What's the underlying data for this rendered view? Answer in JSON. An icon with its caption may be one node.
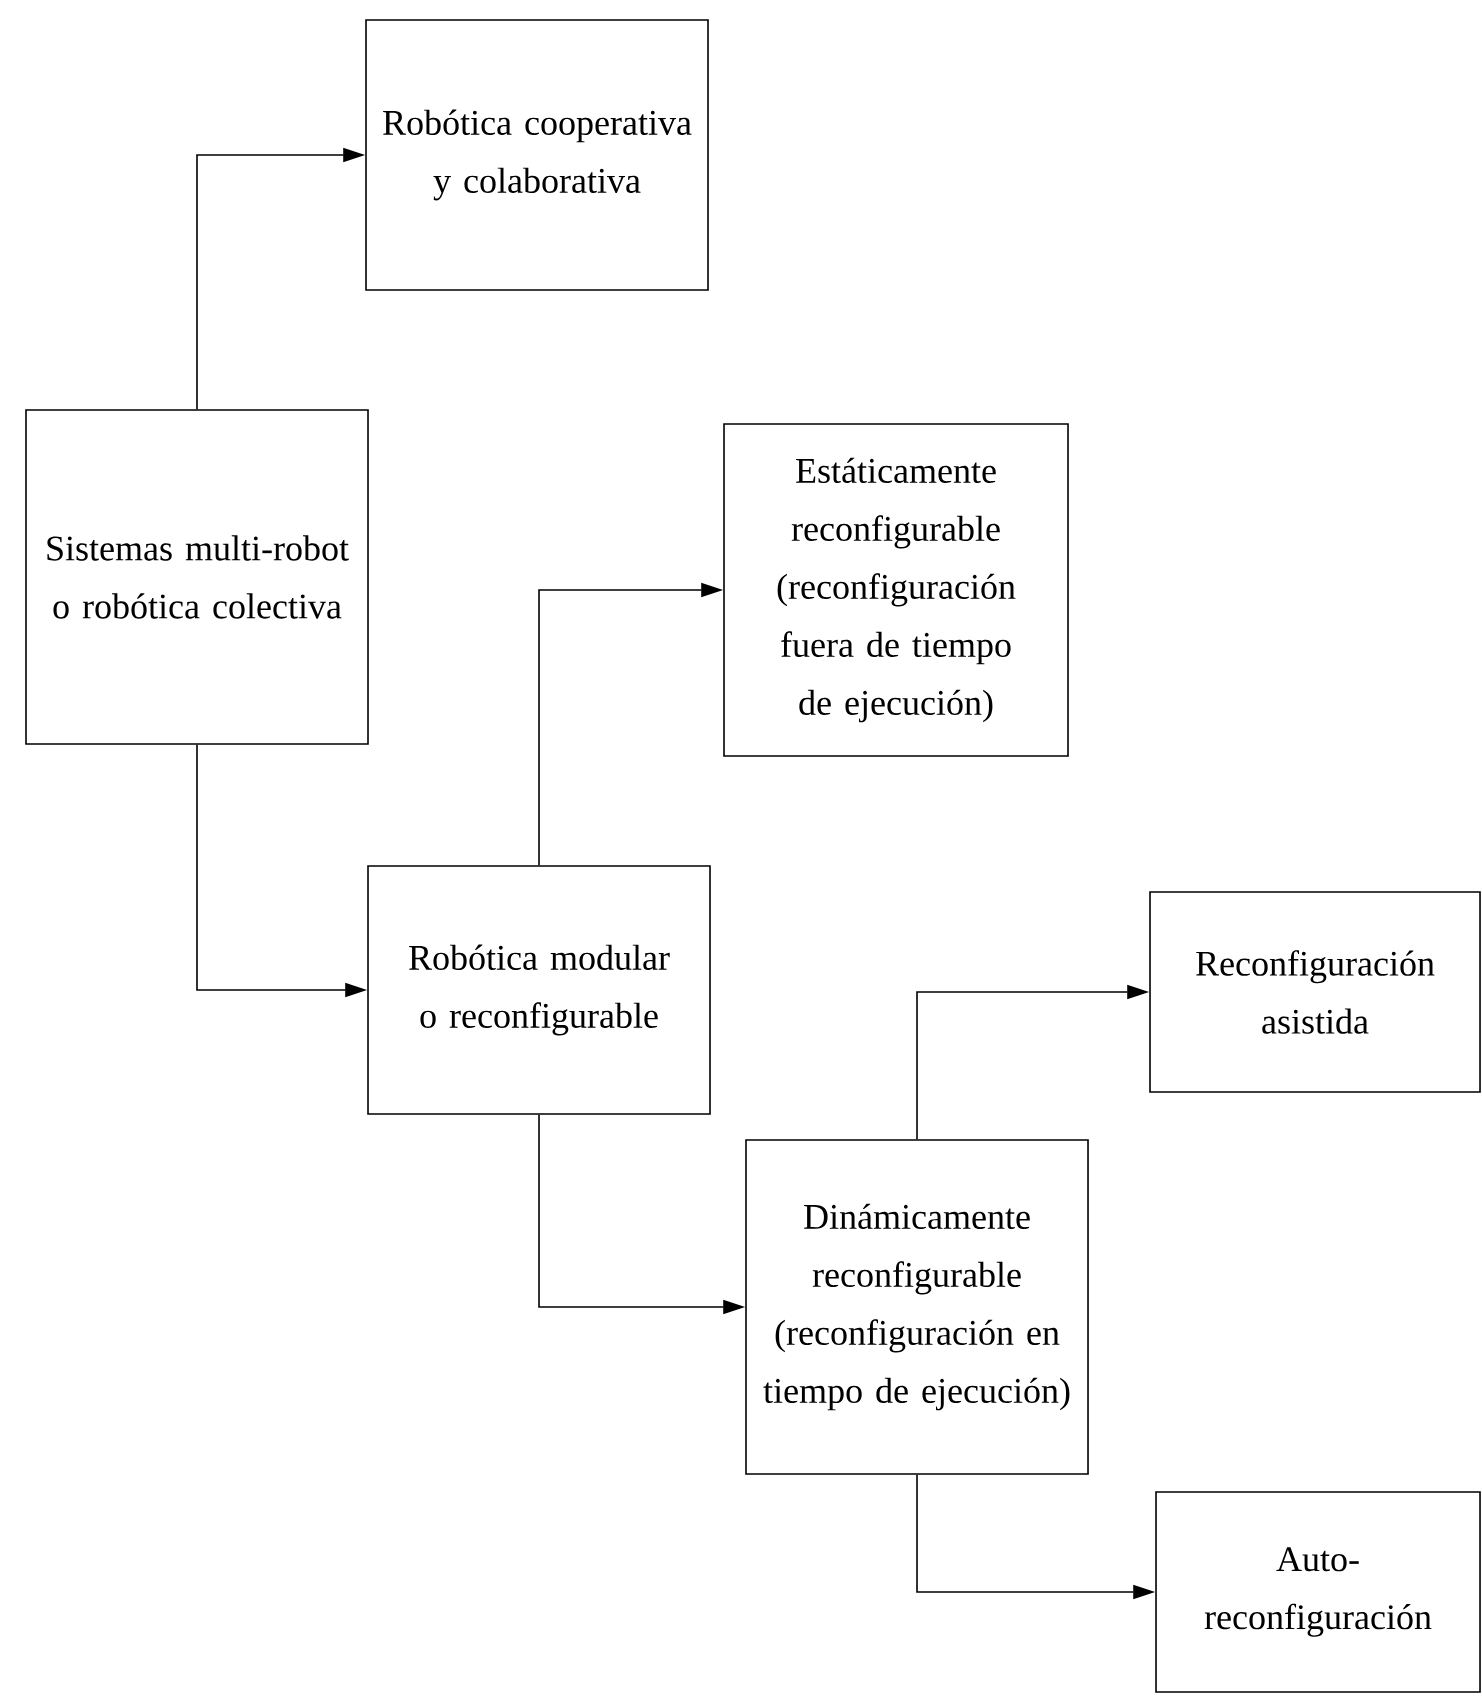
{
  "diagram": {
    "nodes": [
      {
        "text": [
          "Sistemas multi-robot o robótica colectiva"
        ]
      },
      {
        "text": [
          "Robótica cooperativa y colaborativa"
        ]
      },
      {
        "text": [
          "Robótica modular o reconfigurable"
        ]
      },
      {
        "text": [
          "Estáticamente reconfigurable (reconfiguración fuera de tiempo de ejecución)"
        ]
      },
      {
        "text": [
          "Dinámicamente reconfigurable (reconfiguración en tiempo de ejecución)"
        ]
      },
      {
        "text": [
          "Reconfiguración asistida"
        ]
      },
      {
        "text": [
          "Auto- reconfiguración"
        ]
      }
    ],
    "edges": [
      {
        "from": 0,
        "to": 1,
        "arrow": "to"
      },
      {
        "from": 0,
        "to": 2,
        "arrow": "to"
      },
      {
        "from": 2,
        "to": 3,
        "arrow": "to"
      },
      {
        "from": 2,
        "to": 4,
        "arrow": "to"
      },
      {
        "from": 4,
        "to": 5,
        "arrow": "to"
      },
      {
        "from": 4,
        "to": 6,
        "arrow": "to"
      }
    ]
  }
}
